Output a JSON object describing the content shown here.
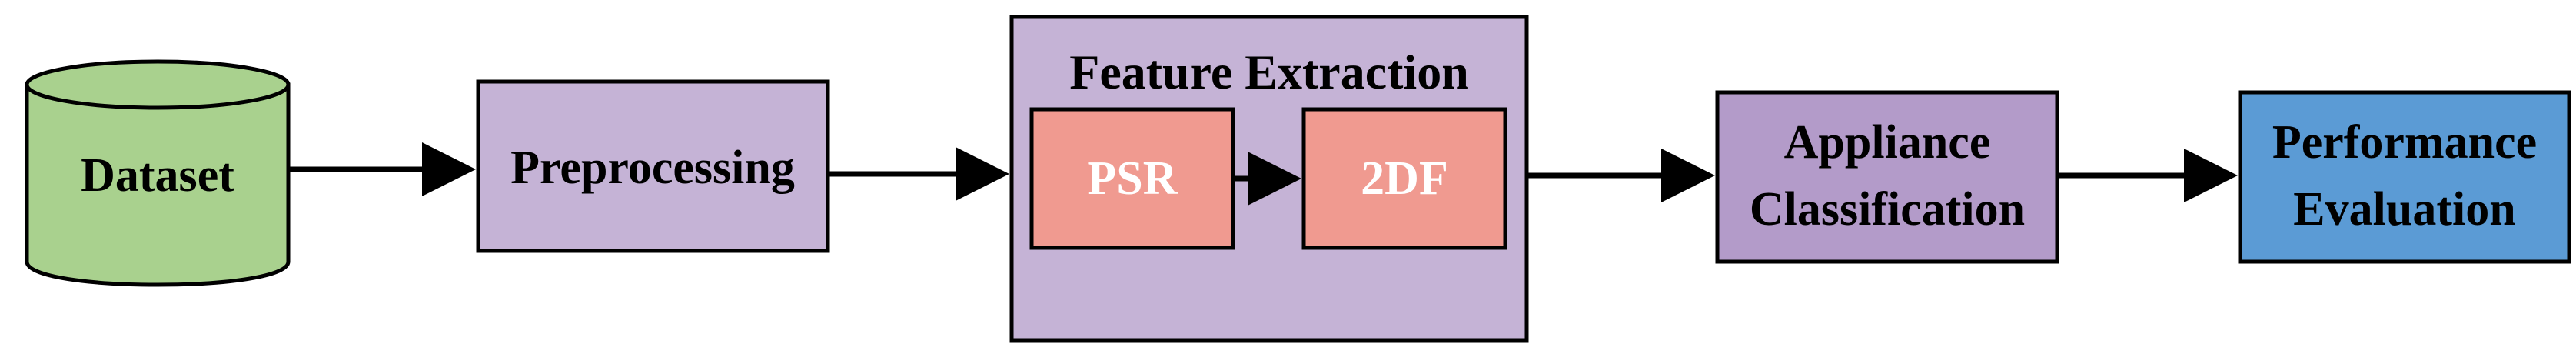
{
  "diagram": {
    "nodes": {
      "dataset": {
        "label": "Dataset",
        "fill": "#A9D18E"
      },
      "preprocessing": {
        "label": "Preprocessing",
        "fill": "#C5B3D6"
      },
      "feature_extraction": {
        "title": "Feature Extraction",
        "fill": "#C5B3D6"
      },
      "psr": {
        "label": "PSR",
        "fill": "#F09A90"
      },
      "twodf": {
        "label": "2DF",
        "fill": "#F09A90"
      },
      "appliance_classification": {
        "label_line1": "Appliance",
        "label_line2": "Classification",
        "fill": "#B39BC9"
      },
      "performance_evaluation": {
        "label_line1": "Performance",
        "label_line2": "Evaluation",
        "fill": "#5B9BD5"
      }
    },
    "edges": [
      {
        "from": "dataset",
        "to": "preprocessing"
      },
      {
        "from": "preprocessing",
        "to": "feature_extraction"
      },
      {
        "from": "psr",
        "to": "twodf"
      },
      {
        "from": "feature_extraction",
        "to": "appliance_classification"
      },
      {
        "from": "appliance_classification",
        "to": "performance_evaluation"
      }
    ],
    "stroke_color": "#000000"
  }
}
